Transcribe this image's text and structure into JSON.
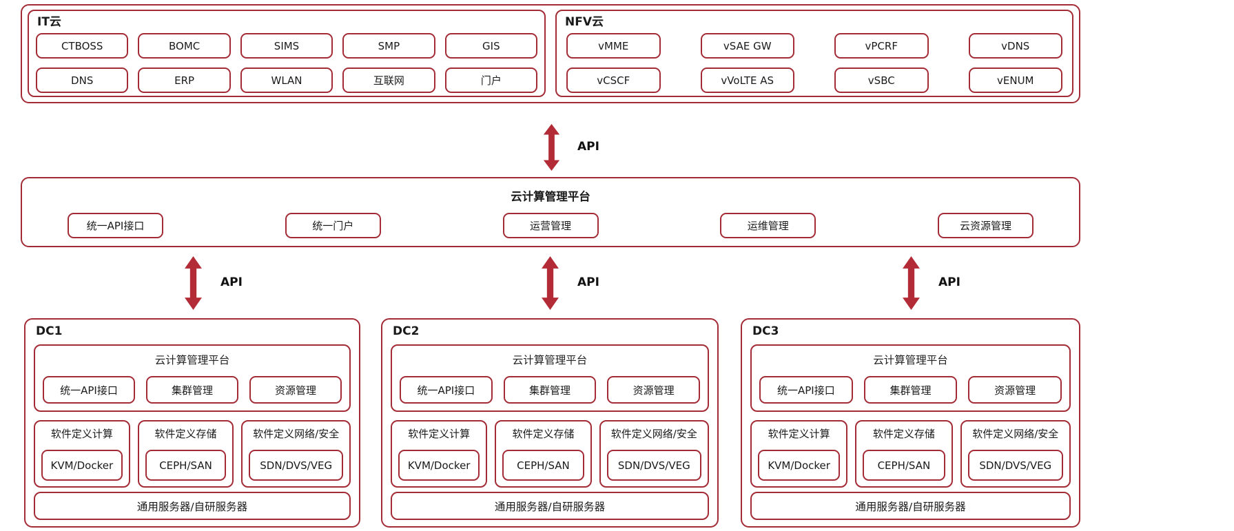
{
  "colors": {
    "accent": "#a32b35",
    "arrow": "#b22b36"
  },
  "clouds": {
    "it": {
      "label": "IT云",
      "rows": [
        [
          "CTBOSS",
          "BOMC",
          "SIMS",
          "SMP",
          "GIS"
        ],
        [
          "DNS",
          "ERP",
          "WLAN",
          "互联网",
          "门户"
        ]
      ]
    },
    "nfv": {
      "label": "NFV云",
      "rows": [
        [
          "vMME",
          "vSAE GW",
          "vPCRF",
          "vDNS"
        ],
        [
          "vCSCF",
          "vVoLTE AS",
          "vSBC",
          "vENUM"
        ]
      ]
    }
  },
  "api_label": "API",
  "platform": {
    "title": "云计算管理平台",
    "buttons": [
      "统一API接口",
      "统一门户",
      "运营管理",
      "运维管理",
      "云资源管理"
    ]
  },
  "datacenters": [
    {
      "label": "DC1",
      "platform_title": "云计算管理平台",
      "platform_buttons": [
        "统一API接口",
        "集群管理",
        "资源管理"
      ],
      "sdx": [
        {
          "title": "软件定义计算",
          "tech": "KVM/Docker"
        },
        {
          "title": "软件定义存储",
          "tech": "CEPH/SAN"
        },
        {
          "title": "软件定义网络/安全",
          "tech": "SDN/DVS/VEG"
        }
      ],
      "servers": "通用服务器/自研服务器"
    },
    {
      "label": "DC2",
      "platform_title": "云计算管理平台",
      "platform_buttons": [
        "统一API接口",
        "集群管理",
        "资源管理"
      ],
      "sdx": [
        {
          "title": "软件定义计算",
          "tech": "KVM/Docker"
        },
        {
          "title": "软件定义存储",
          "tech": "CEPH/SAN"
        },
        {
          "title": "软件定义网络/安全",
          "tech": "SDN/DVS/VEG"
        }
      ],
      "servers": "通用服务器/自研服务器"
    },
    {
      "label": "DC3",
      "platform_title": "云计算管理平台",
      "platform_buttons": [
        "统一API接口",
        "集群管理",
        "资源管理"
      ],
      "sdx": [
        {
          "title": "软件定义计算",
          "tech": "KVM/Docker"
        },
        {
          "title": "软件定义存储",
          "tech": "CEPH/SAN"
        },
        {
          "title": "软件定义网络/安全",
          "tech": "SDN/DVS/VEG"
        }
      ],
      "servers": "通用服务器/自研服务器"
    }
  ]
}
